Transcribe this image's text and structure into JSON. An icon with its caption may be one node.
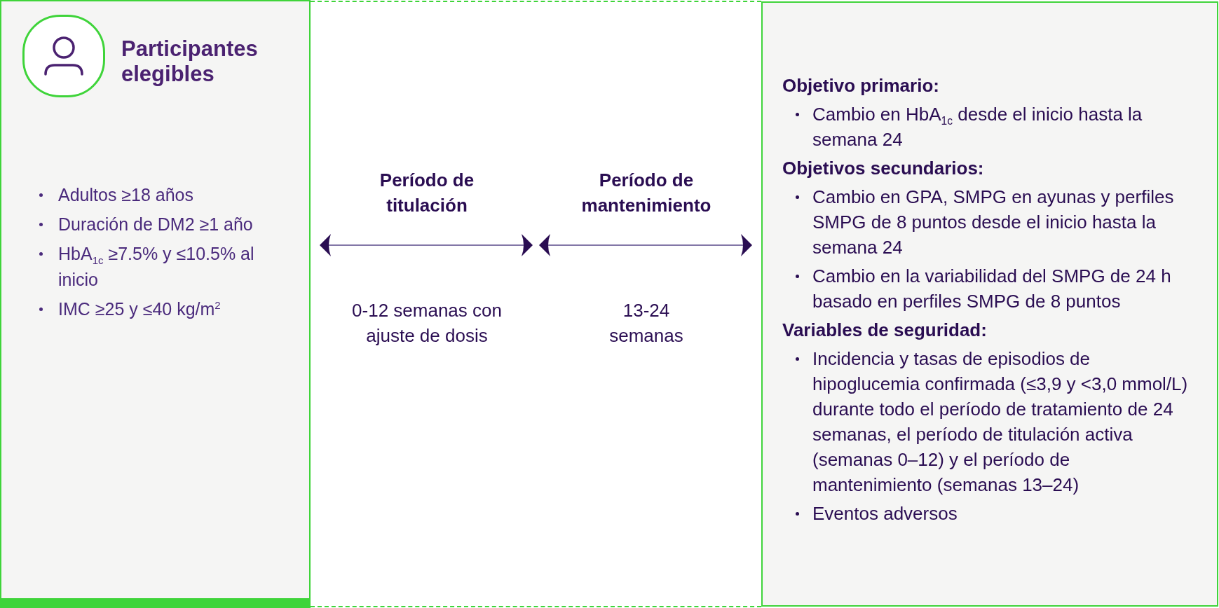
{
  "diagram": {
    "nodes": [
      {
        "text": [
          "Participantes elegibles",
          "Adultos ≥18 años",
          "Duración de DM2 ≥1 año",
          "HbA$_{1c}$ ≥7.5% y ≤10.5% al inicio",
          "IMC ≥25 y ≤40 kg/m$^{2}$"
        ]
      },
      {
        "text": [
          "Período de titulación",
          "0-12 semanas con ajuste de dosis",
          "Período de mantenimiento",
          "13-24 semanas"
        ]
      },
      {
        "text": [
          "Objetivo primario:",
          "Cambio en HbA$_{1c}$ desde el inicio hasta la semana 24",
          "Objetivos secundarios:",
          "Cambio en GPA, SMPG en ayunas y perfiles SMPG de 8 puntos desde el inicio hasta la semana 24",
          "Cambio en la variabilidad del SMPG de 24 h basado en perfiles SMPG de 8 puntos",
          "Variables de seguridad:",
          "Incidencia y tasas de episodios de hipoglucemia confirmada (≤3,9 y <3,0 mmol/L) durante todo el período de tratamiento de 24 semanas, el período de titulación activa (semanas 0–12) y el período de mantenimiento (semanas 13–24)",
          "Eventos adversos"
        ]
      }
    ]
  }
}
